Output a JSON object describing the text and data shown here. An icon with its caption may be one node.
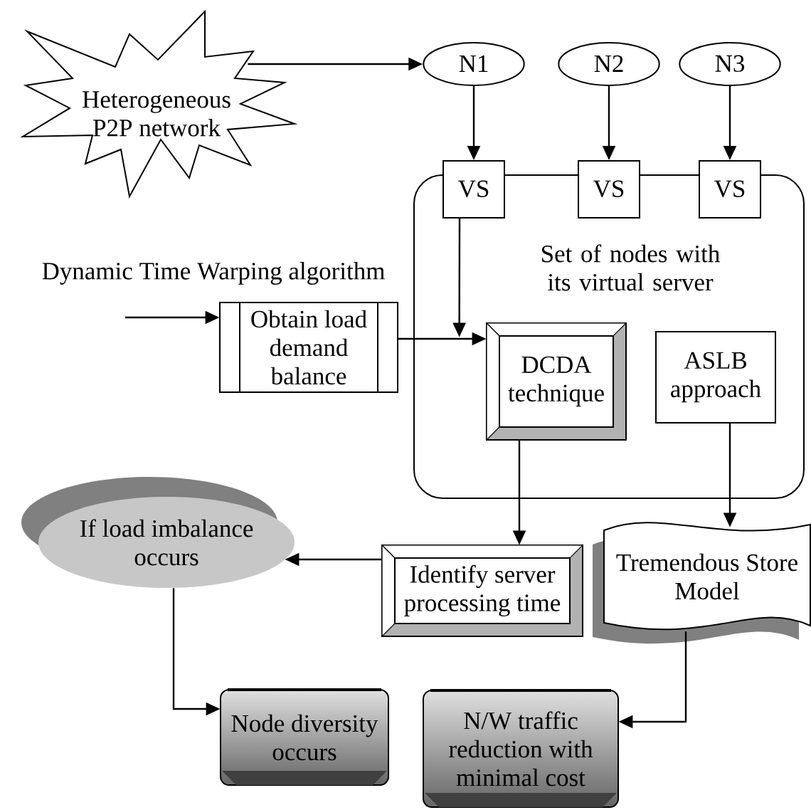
{
  "diagram": {
    "nodes": [
      {
        "text": [
          "Heterogeneous P2P network"
        ]
      },
      {
        "text": [
          "N1"
        ]
      },
      {
        "text": [
          "N2"
        ]
      },
      {
        "text": [
          "N3"
        ]
      },
      {
        "text": [
          "Set of nodes with its virtual server"
        ]
      },
      {
        "text": [
          "VS"
        ]
      },
      {
        "text": [
          "VS"
        ]
      },
      {
        "text": [
          "VS"
        ]
      },
      {
        "text": [
          "Obtain load demand balance"
        ]
      },
      {
        "text": [
          "DCDA technique"
        ],
        "in": 4
      },
      {
        "text": [
          "ASLB approach"
        ],
        "in": 4
      },
      {
        "text": [
          "If load imbalance occurs"
        ]
      },
      {
        "text": [
          "Identify server processing time"
        ]
      },
      {
        "text": [
          "Tremendous Store Model"
        ]
      },
      {
        "text": [
          "Node diversity occurs"
        ]
      },
      {
        "text": [
          "N/W traffic reduction with minimal cost"
        ]
      }
    ],
    "edges": [
      {
        "from": 0,
        "to": 1,
        "arrow": "to"
      },
      {
        "from": 1,
        "to": 5,
        "arrow": "to"
      },
      {
        "from": 2,
        "to": 6,
        "arrow": "to"
      },
      {
        "from": 3,
        "to": 7,
        "arrow": "to"
      },
      {
        "from": 5,
        "to": 9,
        "arrow": "to"
      },
      {
        "from": null,
        "to": 8,
        "arrow": "to"
      },
      {
        "from": 8,
        "to": 9,
        "arrow": "to"
      },
      {
        "from": 9,
        "to": 12,
        "arrow": "to"
      },
      {
        "from": 10,
        "to": 13,
        "arrow": "to"
      },
      {
        "from": 12,
        "to": 11,
        "arrow": "to"
      },
      {
        "from": 11,
        "to": 14,
        "arrow": "to"
      },
      {
        "from": 13,
        "to": 15,
        "arrow": "to"
      }
    ],
    "labels": [
      "Dynamic Time Warping algorithm"
    ]
  }
}
